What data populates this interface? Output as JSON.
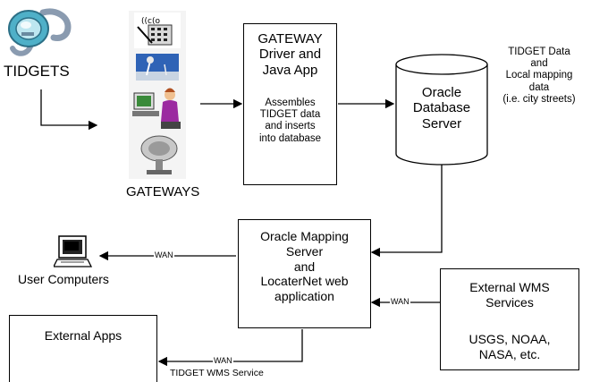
{
  "tidgets": {
    "label": "TIDGETS"
  },
  "gateways": {
    "label": "GATEWAYS"
  },
  "gateway_box": {
    "title": "GATEWAY\nDriver and\nJava App",
    "desc": "Assembles\nTIDGET data\nand inserts\ninto database"
  },
  "database": {
    "label": "Oracle\nDatabase\nServer"
  },
  "db_note": "TIDGET Data\nand\nLocal mapping\ndata\n(i.e. city streets)",
  "mapping_server": {
    "label": "Oracle Mapping\nServer\nand\nLocaterNet web\napplication"
  },
  "user_computers": {
    "label": "User Computers"
  },
  "external_wms": {
    "title": "External WMS\nServices",
    "providers": "USGS, NOAA,\nNASA, etc."
  },
  "external_apps": {
    "label": "External Apps"
  },
  "links": {
    "wan_user": "WAN",
    "wan_wms": "WAN",
    "wan_apps": "WAN",
    "tidget_wms_service": "TIDGET WMS Service"
  },
  "colors": {
    "line": "#000000",
    "monitor_screen": "#3a6fd8",
    "screen": "#dfe8f4"
  }
}
